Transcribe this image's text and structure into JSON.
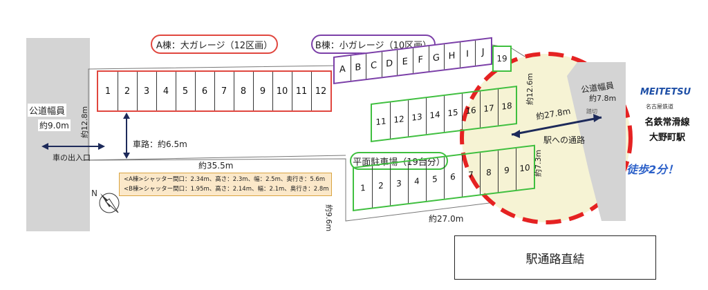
{
  "roads": {
    "public_road_left": "公道幅員",
    "public_road_left_width": "約9.0m",
    "public_road_right": "公道幅員",
    "public_road_right_width": "約7.8m"
  },
  "building_a": {
    "title": "A棟：大ガレージ（12区画）",
    "units": [
      "1",
      "2",
      "3",
      "4",
      "5",
      "6",
      "7",
      "8",
      "9",
      "10",
      "11",
      "12"
    ],
    "color": "#e0463e"
  },
  "building_b": {
    "title": "B棟：小ガレージ（10区画）",
    "units": [
      "A",
      "B",
      "C",
      "D",
      "E",
      "F",
      "G",
      "H",
      "I",
      "J"
    ],
    "color": "#7b3fa8"
  },
  "flat_parking": {
    "title": "平面駐車場（19台分）",
    "lot_19": "19",
    "upper_row": [
      "11",
      "12",
      "13",
      "14",
      "15",
      "16",
      "17",
      "18"
    ],
    "lower_row": [
      "1",
      "2",
      "3",
      "4",
      "5",
      "6",
      "7",
      "8",
      "9",
      "10"
    ],
    "color": "#3fbf3f"
  },
  "dimensions": {
    "left_edge": "約12.8m",
    "driveway": "車路：約6.5m",
    "bottom_length": "約35.5m",
    "lot_height": "約9.6m",
    "lot_bottom": "約27.0m",
    "passage_length": "約27.8m",
    "right_edge": "約12.6m",
    "passage_width": "約7.3m"
  },
  "labels": {
    "car_entrance": "車の出入口",
    "passage_to_station": "駅への通路",
    "station_road_small": "踏切",
    "walk_time": "徒歩2分！",
    "direct_link": "駅通路直結"
  },
  "shutter_notes": {
    "a": "<A棟>シャッター間口：2.34m、高さ：2.3m、幅：2.5m、奥行き：5.6m",
    "b": "<B棟>シャッター間口：1.95m、高さ：2.14m、幅：2.1m、奥行き：2.8m"
  },
  "station": {
    "brand": "MEITETSU",
    "company": "名古屋鉄道",
    "line": "名鉄常滑線",
    "name": "大野町駅"
  },
  "colors": {
    "circle_dashed": "#e52222",
    "circle_fill": "#f6f3d4",
    "walk_time": "#2a5fc8",
    "brand_blue": "#1e4fa6"
  }
}
